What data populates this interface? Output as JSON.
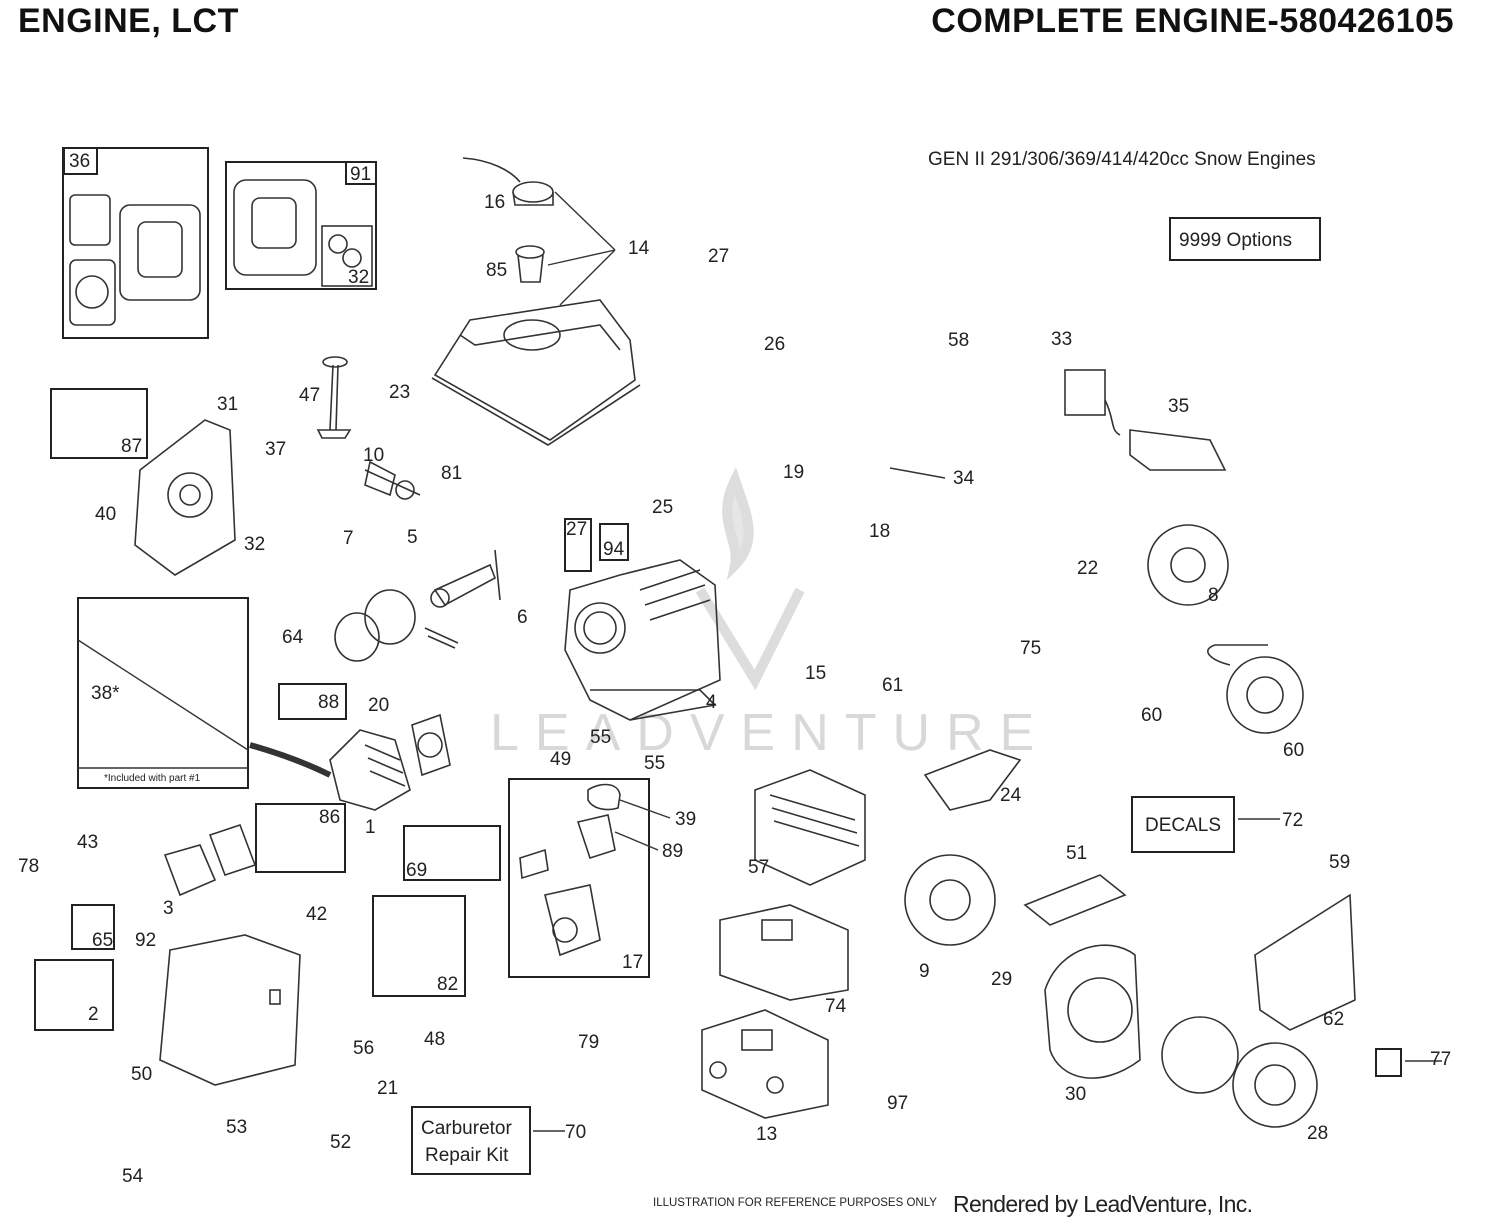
{
  "header": {
    "left_title": "ENGINE, LCT",
    "right_title": "COMPLETE ENGINE-580426105"
  },
  "subtitle": "GEN II 291/306/369/414/420cc Snow Engines",
  "boxed_labels": {
    "options": "9999  Options",
    "decals": "DECALS",
    "carb_kit_line1": "Carburetor",
    "carb_kit_line2": "Repair Kit"
  },
  "footnote": "*Included with part #1",
  "footer": {
    "disclaimer": "ILLUSTRATION FOR REFERENCE PURPOSES ONLY",
    "rendered_by": "Rendered by LeadVenture, Inc."
  },
  "watermark": "LEADVENTURE",
  "colors": {
    "line": "#333333",
    "watermark": "#d8d8d8"
  },
  "part_labels": [
    "36",
    "91",
    "32",
    "16",
    "85",
    "14",
    "27",
    "9999",
    "26",
    "58",
    "33",
    "35",
    "87",
    "31",
    "47",
    "23",
    "37",
    "10",
    "81",
    "19",
    "34",
    "40",
    "32",
    "7",
    "5",
    "25",
    "27",
    "94",
    "18",
    "22",
    "8",
    "6",
    "64",
    "15",
    "61",
    "75",
    "38*",
    "88",
    "20",
    "4",
    "60",
    "60",
    "55",
    "49",
    "55",
    "24",
    "43",
    "86",
    "39",
    "72",
    "78",
    "1",
    "89",
    "57",
    "51",
    "59",
    "69",
    "3",
    "42",
    "65",
    "92",
    "9",
    "29",
    "2",
    "82",
    "17",
    "74",
    "62",
    "77",
    "30",
    "50",
    "56",
    "48",
    "79",
    "21",
    "53",
    "52",
    "70",
    "97",
    "13",
    "28",
    "54"
  ]
}
